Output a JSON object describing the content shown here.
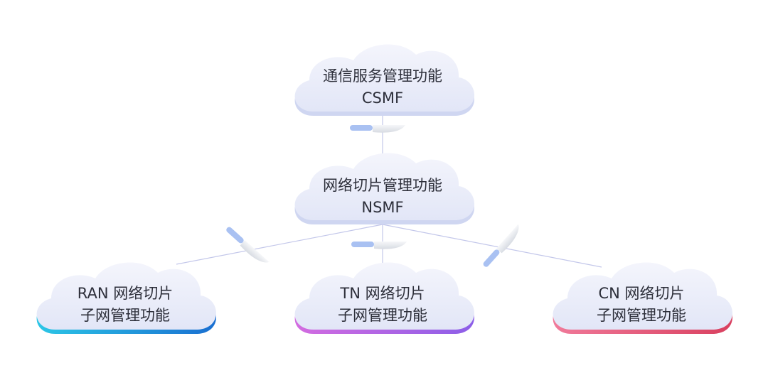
{
  "nodes": {
    "csmf": {
      "line1": "通信服务管理功能",
      "line2": "CSMF"
    },
    "nsmf": {
      "line1": "网络切片管理功能",
      "line2": "NSMF"
    },
    "ran": {
      "line1": "RAN 网络切片",
      "line2": "子网管理功能"
    },
    "tn": {
      "line1": "TN 网络切片",
      "line2": "子网管理功能"
    },
    "cn": {
      "line1": "CN 网络切片",
      "line2": "子网管理功能"
    }
  },
  "colors": {
    "cloud_fill": "#e6e9f8",
    "cloud_edge_blue": "#a9b8e6",
    "ran_accent": "#1e9ad6",
    "tn_accent": "#b05de0",
    "cn_accent": "#e5557a",
    "connector": "#b9bfe8",
    "knife_handle": "#a9c1f2",
    "knife_blade": "#eceef2"
  },
  "icons": [
    "cloud-icon",
    "knife-icon"
  ]
}
